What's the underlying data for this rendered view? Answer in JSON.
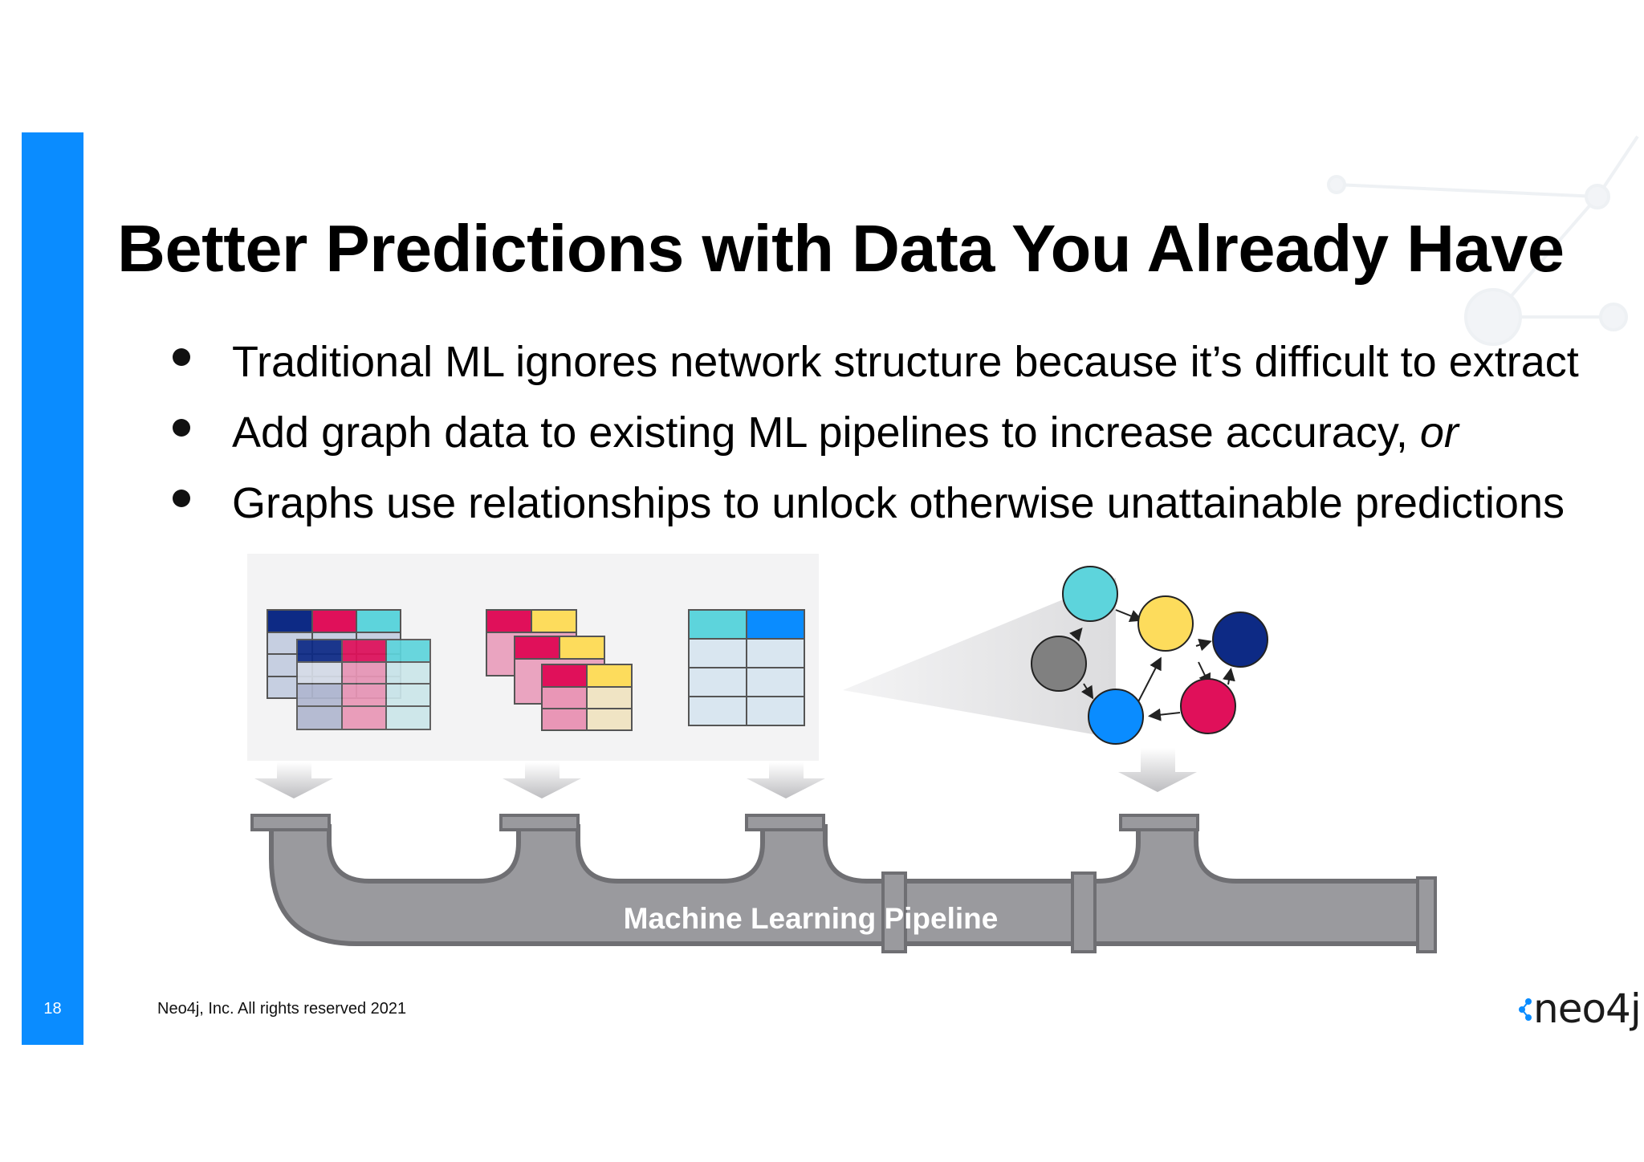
{
  "slide": {
    "title": "Better Predictions with Data You Already Have",
    "page_number": "18",
    "footer": "Neo4j, Inc. All rights reserved 2021",
    "logo_text": "neo4j",
    "accent_color": "#0a8cff"
  },
  "bullets": [
    {
      "text": "Traditional ML ignores network structure because it’s difficult to extract",
      "emphasis": ""
    },
    {
      "text": "Add graph data to existing ML pipelines to increase accuracy, ",
      "emphasis": "or"
    },
    {
      "text": "Graphs use relationships to unlock otherwise unattainable predictions",
      "emphasis": ""
    }
  ],
  "diagram": {
    "pipeline_label": "Machine Learning Pipeline",
    "node_colors": [
      "#5dd4dc",
      "#fddc5c",
      "#0d2a85",
      "#808080",
      "#0a8cff",
      "#e0105a"
    ]
  }
}
